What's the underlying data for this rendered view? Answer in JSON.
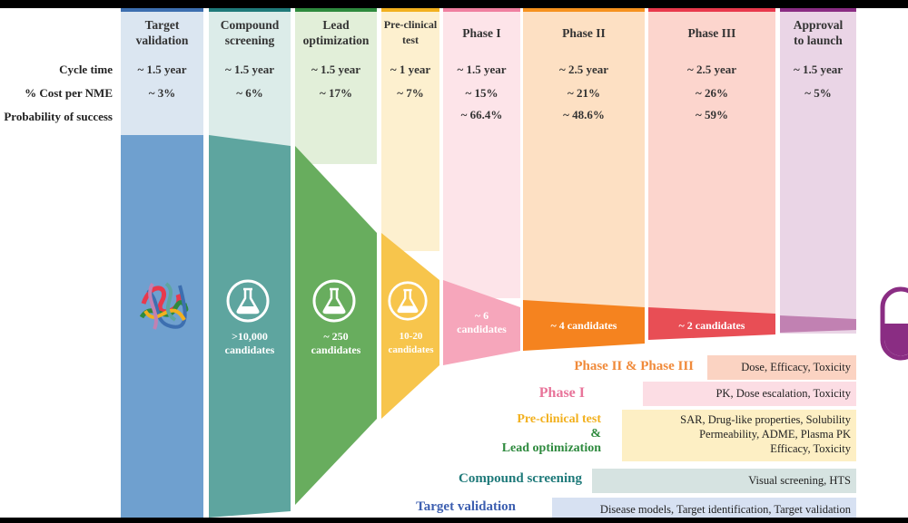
{
  "stages": [
    {
      "title_lines": [
        "Target",
        "validation"
      ],
      "bar_color": "#3d6fb0",
      "bg_color": "#dbe6f1",
      "cycle": "~ 1.5 year",
      "cost": "~ 3%",
      "success": ""
    },
    {
      "title_lines": [
        "Compound",
        "screening"
      ],
      "bar_color": "#1f7a7a",
      "bg_color": "#dcece9",
      "cycle": "~ 1.5 year",
      "cost": "~ 6%",
      "success": ""
    },
    {
      "title_lines": [
        "Lead",
        "optimization"
      ],
      "bar_color": "#2e8a3e",
      "bg_color": "#e2efd9",
      "cycle": "~ 1.5 year",
      "cost": "~ 17%",
      "success": ""
    },
    {
      "title_lines": [
        "Pre-clinical",
        "test"
      ],
      "bar_color": "#f2b01e",
      "bg_color": "#fdf0cf",
      "cycle": "~ 1 year",
      "cost": "~ 7%",
      "success": ""
    },
    {
      "title_lines": [
        "Phase I"
      ],
      "bar_color": "#ef7fa0",
      "bg_color": "#fde4e9",
      "cycle": "~ 1.5 year",
      "cost": "~ 15%",
      "success": "~ 66.4%"
    },
    {
      "title_lines": [
        "Phase II"
      ],
      "bar_color": "#f6921e",
      "bg_color": "#fde0c3",
      "cycle": "~ 2.5 year",
      "cost": "~ 21%",
      "success": "~ 48.6%"
    },
    {
      "title_lines": [
        "Phase III"
      ],
      "bar_color": "#e8394c",
      "bg_color": "#fcd5cd",
      "cycle": "~ 2.5 year",
      "cost": "~ 26%",
      "success": "~ 59%"
    },
    {
      "title_lines": [
        "Approval",
        "to launch"
      ],
      "bar_color": "#8a2d83",
      "bg_color": "#ead5e6",
      "cycle": "~ 1.5 year",
      "cost": "~ 5%",
      "success": ""
    }
  ],
  "row_labels": {
    "cycle": "Cycle time",
    "cost": "% Cost per NME",
    "success": "Probability of success"
  },
  "funnel_colors": [
    "#6fa0cf",
    "#5ea59f",
    "#68ad5e",
    "#f7c54c",
    "#f6a6bb",
    "#f5831f",
    "#e84e55",
    "#c181b2"
  ],
  "candidates": {
    "compound": ">10,000\ncandidates",
    "lead": "~ 250\ncandidates",
    "preclinical": "10-20\ncandidates",
    "phase1": "~ 6\ncandidates",
    "phase2": "~ 4 candidates",
    "phase3": "~ 2 candidates"
  },
  "methods": [
    {
      "label_lines": [
        "Phase II & Phase III"
      ],
      "label_color": "#f08a3a",
      "box_lines": [
        "Dose, Efficacy, Toxicity"
      ],
      "box_color": "#fbd3c2"
    },
    {
      "label_lines": [
        "Phase I"
      ],
      "label_color": "#e8749a",
      "box_lines": [
        "PK, Dose escalation, Toxicity"
      ],
      "box_color": "#fcdde4"
    },
    {
      "label_lines": [
        "Pre-clinical test",
        "&",
        "Lead optimization"
      ],
      "label_colors": [
        "#f2b01e",
        "#2e8a3e",
        "#2e8a3e"
      ],
      "box_lines": [
        "SAR, Drug-like properties, Solubility",
        "Permeability, ADME, Plasma PK",
        "Efficacy, Toxicity"
      ],
      "box_color": "#fdefc4"
    },
    {
      "label_lines": [
        "Compound screening"
      ],
      "label_color": "#1f7a7a",
      "box_lines": [
        "Visual screening, HTS"
      ],
      "box_color": "#d6e3e1"
    },
    {
      "label_lines": [
        "Target validation"
      ],
      "label_color": "#3d5fb0",
      "box_lines": [
        "Disease models, Target identification, Target validation"
      ],
      "box_color": "#d7e1f2"
    }
  ],
  "icons": {
    "protein": "protein-structure-icon",
    "flask": "flask-icon",
    "pill": "pill-capsule-icon",
    "pill_color": "#8a2d83"
  }
}
